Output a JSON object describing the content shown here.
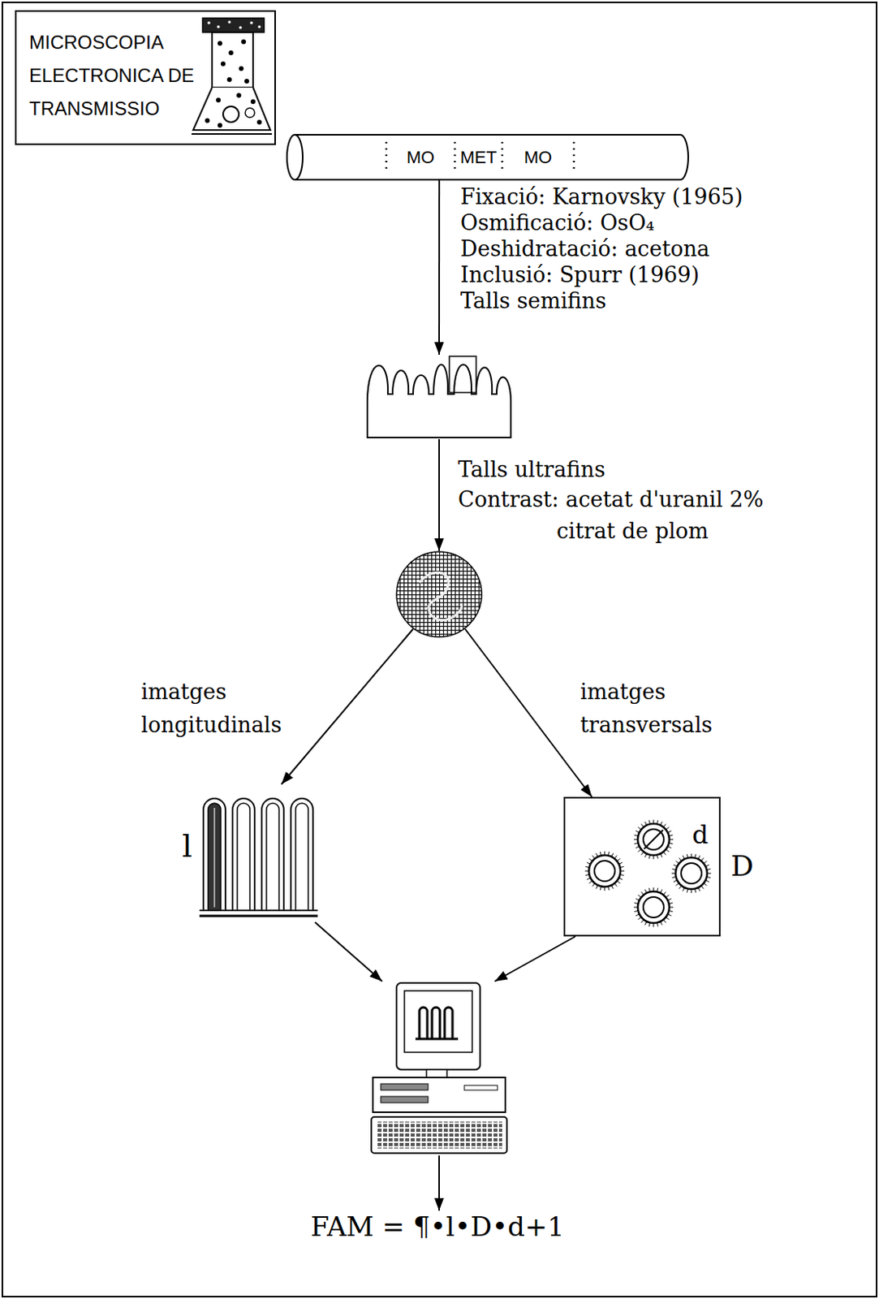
{
  "diagram": {
    "nodes": [
      {
        "text": [
          "MICROSCOPIA ELECTRONICA DE TRANSMISSIO"
        ]
      },
      {
        "text": [
          "MO",
          "MET",
          "MO"
        ]
      },
      {
        "text": []
      },
      {
        "text": []
      },
      {
        "text": [
          "l"
        ]
      },
      {
        "text": [
          "d",
          "D"
        ]
      },
      {
        "text": []
      },
      {
        "text": [
          "FAM = ¶•l•D•d+1"
        ]
      }
    ],
    "edges": [
      {
        "from": 1,
        "to": 2,
        "arrow": "to"
      },
      {
        "from": 2,
        "to": 3,
        "arrow": "to"
      },
      {
        "from": 3,
        "to": 4,
        "arrow": "to"
      },
      {
        "from": 3,
        "to": 5,
        "arrow": "to"
      },
      {
        "from": 4,
        "to": 6,
        "arrow": "to"
      },
      {
        "from": 5,
        "to": 6,
        "arrow": "to"
      },
      {
        "from": 6,
        "to": 7,
        "arrow": "to"
      }
    ],
    "labels": [
      "Fixació: Karnovsky (1965)",
      "Osmificació: OsO₄",
      "Deshidratació: acetona",
      "Inclusió: Spurr (1969)",
      "Talls semifins",
      "Talls ultrafins",
      "Contrast: acetat d'uranil 2%",
      "citrat de plom",
      "imatges longitudinals",
      "imatges transversals"
    ]
  }
}
